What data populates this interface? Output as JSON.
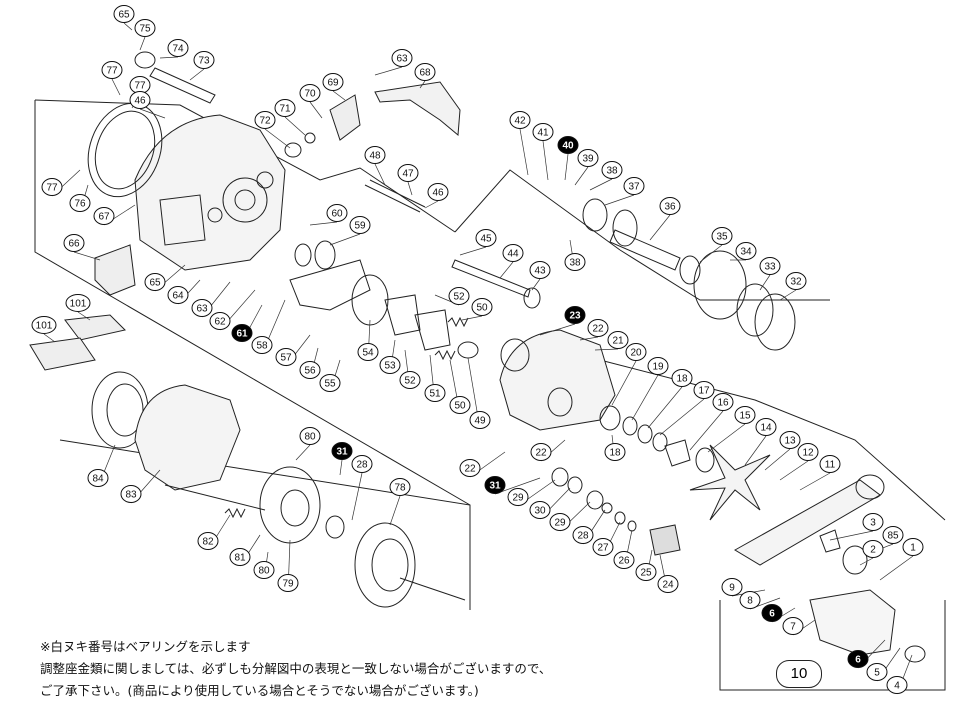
{
  "diagram": {
    "callouts": [
      {
        "id": "c65a",
        "label": "65",
        "style": "open"
      },
      {
        "id": "c75",
        "label": "75",
        "style": "open"
      },
      {
        "id": "c74",
        "label": "74",
        "style": "open"
      },
      {
        "id": "c73",
        "label": "73",
        "style": "open"
      },
      {
        "id": "c77a",
        "label": "77",
        "style": "open"
      },
      {
        "id": "c77b",
        "label": "77",
        "style": "open"
      },
      {
        "id": "c46a",
        "label": "46",
        "style": "open"
      },
      {
        "id": "c72",
        "label": "72",
        "style": "open"
      },
      {
        "id": "c71",
        "label": "71",
        "style": "open"
      },
      {
        "id": "c70",
        "label": "70",
        "style": "open"
      },
      {
        "id": "c69",
        "label": "69",
        "style": "open"
      },
      {
        "id": "c63a",
        "label": "63",
        "style": "open"
      },
      {
        "id": "c68",
        "label": "68",
        "style": "open"
      },
      {
        "id": "c77c",
        "label": "77",
        "style": "open"
      },
      {
        "id": "c76",
        "label": "76",
        "style": "open"
      },
      {
        "id": "c67",
        "label": "67",
        "style": "open"
      },
      {
        "id": "c48",
        "label": "48",
        "style": "open"
      },
      {
        "id": "c47",
        "label": "47",
        "style": "open"
      },
      {
        "id": "c46b",
        "label": "46",
        "style": "open"
      },
      {
        "id": "c60",
        "label": "60",
        "style": "open"
      },
      {
        "id": "c59",
        "label": "59",
        "style": "open"
      },
      {
        "id": "c66",
        "label": "66",
        "style": "open"
      },
      {
        "id": "c65b",
        "label": "65",
        "style": "open"
      },
      {
        "id": "c64",
        "label": "64",
        "style": "open"
      },
      {
        "id": "c63b",
        "label": "63",
        "style": "open"
      },
      {
        "id": "c62",
        "label": "62",
        "style": "open"
      },
      {
        "id": "c61",
        "label": "61",
        "style": "filled"
      },
      {
        "id": "c58",
        "label": "58",
        "style": "open"
      },
      {
        "id": "c57",
        "label": "57",
        "style": "open"
      },
      {
        "id": "c56",
        "label": "56",
        "style": "open"
      },
      {
        "id": "c55",
        "label": "55",
        "style": "open"
      },
      {
        "id": "c54",
        "label": "54",
        "style": "open"
      },
      {
        "id": "c53",
        "label": "53",
        "style": "open"
      },
      {
        "id": "c52a",
        "label": "52",
        "style": "open"
      },
      {
        "id": "c52b",
        "label": "52",
        "style": "open"
      },
      {
        "id": "c51",
        "label": "51",
        "style": "open"
      },
      {
        "id": "c50a",
        "label": "50",
        "style": "open"
      },
      {
        "id": "c50b",
        "label": "50",
        "style": "open"
      },
      {
        "id": "c49",
        "label": "49",
        "style": "open"
      },
      {
        "id": "c45",
        "label": "45",
        "style": "open"
      },
      {
        "id": "c44",
        "label": "44",
        "style": "open"
      },
      {
        "id": "c43",
        "label": "43",
        "style": "open"
      },
      {
        "id": "c42",
        "label": "42",
        "style": "open"
      },
      {
        "id": "c41",
        "label": "41",
        "style": "open"
      },
      {
        "id": "c40",
        "label": "40",
        "style": "filled"
      },
      {
        "id": "c39",
        "label": "39",
        "style": "open"
      },
      {
        "id": "c38a",
        "label": "38",
        "style": "open"
      },
      {
        "id": "c37",
        "label": "37",
        "style": "open"
      },
      {
        "id": "c38b",
        "label": "38",
        "style": "open"
      },
      {
        "id": "c36",
        "label": "36",
        "style": "open"
      },
      {
        "id": "c35",
        "label": "35",
        "style": "open"
      },
      {
        "id": "c34",
        "label": "34",
        "style": "open"
      },
      {
        "id": "c33",
        "label": "33",
        "style": "open"
      },
      {
        "id": "c32",
        "label": "32",
        "style": "open"
      },
      {
        "id": "c23",
        "label": "23",
        "style": "filled"
      },
      {
        "id": "c22a",
        "label": "22",
        "style": "open"
      },
      {
        "id": "c21",
        "label": "21",
        "style": "open"
      },
      {
        "id": "c20",
        "label": "20",
        "style": "open"
      },
      {
        "id": "c19",
        "label": "19",
        "style": "open"
      },
      {
        "id": "c18a",
        "label": "18",
        "style": "open"
      },
      {
        "id": "c17",
        "label": "17",
        "style": "open"
      },
      {
        "id": "c16",
        "label": "16",
        "style": "open"
      },
      {
        "id": "c15",
        "label": "15",
        "style": "open"
      },
      {
        "id": "c14",
        "label": "14",
        "style": "open"
      },
      {
        "id": "c13",
        "label": "13",
        "style": "open"
      },
      {
        "id": "c12",
        "label": "12",
        "style": "open"
      },
      {
        "id": "c11",
        "label": "11",
        "style": "open"
      },
      {
        "id": "c22b",
        "label": "22",
        "style": "open"
      },
      {
        "id": "c22c",
        "label": "22",
        "style": "open"
      },
      {
        "id": "c18b",
        "label": "18",
        "style": "open"
      },
      {
        "id": "c31a",
        "label": "31",
        "style": "filled"
      },
      {
        "id": "c29a",
        "label": "29",
        "style": "open"
      },
      {
        "id": "c30",
        "label": "30",
        "style": "open"
      },
      {
        "id": "c29b",
        "label": "29",
        "style": "open"
      },
      {
        "id": "c28a",
        "label": "28",
        "style": "open"
      },
      {
        "id": "c27",
        "label": "27",
        "style": "open"
      },
      {
        "id": "c26",
        "label": "26",
        "style": "open"
      },
      {
        "id": "c25",
        "label": "25",
        "style": "open"
      },
      {
        "id": "c24",
        "label": "24",
        "style": "open"
      },
      {
        "id": "c101a",
        "label": "101",
        "style": "open"
      },
      {
        "id": "c101b",
        "label": "101",
        "style": "open"
      },
      {
        "id": "c84",
        "label": "84",
        "style": "open"
      },
      {
        "id": "c83",
        "label": "83",
        "style": "open"
      },
      {
        "id": "c80a",
        "label": "80",
        "style": "open"
      },
      {
        "id": "c31b",
        "label": "31",
        "style": "filled"
      },
      {
        "id": "c28b",
        "label": "28",
        "style": "open"
      },
      {
        "id": "c78",
        "label": "78",
        "style": "open"
      },
      {
        "id": "c82",
        "label": "82",
        "style": "open"
      },
      {
        "id": "c81",
        "label": "81",
        "style": "open"
      },
      {
        "id": "c80b",
        "label": "80",
        "style": "open"
      },
      {
        "id": "c79",
        "label": "79",
        "style": "open"
      },
      {
        "id": "c3",
        "label": "3",
        "style": "open"
      },
      {
        "id": "c85",
        "label": "85",
        "style": "open"
      },
      {
        "id": "c2",
        "label": "2",
        "style": "open"
      },
      {
        "id": "c1",
        "label": "1",
        "style": "open"
      },
      {
        "id": "c9",
        "label": "9",
        "style": "open"
      },
      {
        "id": "c8",
        "label": "8",
        "style": "open"
      },
      {
        "id": "c6a",
        "label": "6",
        "style": "filled"
      },
      {
        "id": "c7",
        "label": "7",
        "style": "open"
      },
      {
        "id": "c6b",
        "label": "6",
        "style": "filled"
      },
      {
        "id": "c5",
        "label": "5",
        "style": "open"
      },
      {
        "id": "c4",
        "label": "4",
        "style": "open"
      }
    ],
    "notes": [
      "※白ヌキ番号はベアリングを示します",
      "調整座金類に関しましては、必ずしも分解図中の表現と一致しない場合がございますので、",
      "ご了承下さい。(商品により使用している場合とそうでない場合がございます。)"
    ],
    "page_number": "10",
    "colors": {
      "line": "#111111",
      "filled_callout": "#000000",
      "callout_text_on_filled": "#ffffff"
    }
  }
}
